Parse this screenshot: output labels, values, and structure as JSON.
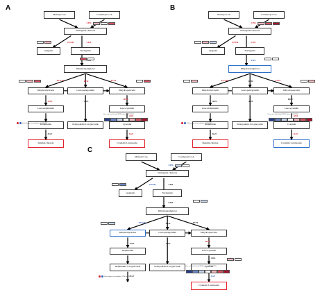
{
  "panels": [
    {
      "label": "A",
      "nodes": {
        "malonyl": "Malonyl CoA",
        "coumaroyl": "Coumaroyl CoA",
        "chalcone": "Naringenin chalcone",
        "apigenin": "Apigenin",
        "naringenin": "Naringenin",
        "dihydrokaempferol": "Dihydrokaempferol",
        "dihydromyricetin": "Dihydromyricetin",
        "leucopelargonidin": "Leucopelargonidin",
        "dihydroquercetin": "Dihydroquercetin",
        "leucodelphinidin": "Leucodelphinidin",
        "pelargonidin3g": "Pelargonidin 3-O-glucoside",
        "leucocyanidin": "Leucocyanidin",
        "delphinidin": "Delphinidin",
        "cyanidin": "Cyanidin",
        "delphinchloride": "Delphin chloride",
        "cyanidin3r": "Cyanidin 3-rutinoside"
      },
      "enzymes": {
        "chs": "CHS",
        "fns": "FNSII",
        "chi": "CHI",
        "f3h": "F3H",
        "f35h": "F3'5'H",
        "f3ph": "F3'H",
        "dfr1": "DFR",
        "dfr2": "DFR",
        "ans1": "ANS",
        "ans2": "ANS",
        "ans3": "ANS",
        "gt1": "3GT",
        "gt2": "3GT"
      },
      "fold_label": "Fold change of metabolites, JAP/WFH",
      "scale_label": "Color code indicating FPKM values (JAP/WFH)"
    },
    {
      "label": "B",
      "nodes": {
        "malonyl": "Malonyl CoA",
        "coumaroyl": "Coumaroyl CoA",
        "chalcone": "Naringenin chalcone",
        "apigenin": "Apigenin",
        "naringenin": "Naringenin",
        "dihydrokaempferol": "Dihydrokaempferol",
        "dihydromyricetin": "Dihydromyricetin",
        "leucopelargonidin": "Leucopelargonidin",
        "dihydroquercetin": "Dihydroquercetin",
        "leucodelphinidin": "Leucodelphinidin",
        "pelargonidin3g": "Pelargonidin 3-O-glucoside",
        "leucocyanidin": "Leucocyanidin",
        "delphinidin": "Delphinidin",
        "cyanidin": "Cyanidin",
        "delphinchloride": "Delphin chloride",
        "cyanidin3r": "Cyanidin 3-rutinoside"
      },
      "enzymes": {
        "chs": "CHS",
        "fns": "FNSII",
        "chi": "CHI",
        "f3h": "F3H",
        "f35h": "F3'5'H",
        "f3ph": "F3'H",
        "dfr1": "DFR",
        "dfr2": "DFR",
        "ans1": "ANS",
        "ans2": "ANS",
        "ans3": "ANS",
        "gt1": "3GT",
        "gt2": "3GT"
      },
      "fold_label": "Fold change of metabolites, JAP/WFH",
      "scale_label": "Color code indicating FPKM values (JAP/WFH)"
    },
    {
      "label": "C",
      "nodes": {
        "malonyl": "Malonyl CoA",
        "coumaroyl": "Coumaroyl CoA",
        "chalcone": "Naringenin chalcone",
        "apigenin": "Apigenin",
        "naringenin": "Naringenin",
        "dihydrokaempferol": "Dihydrokaempferol",
        "dihydromyricetin": "Dihydromyricetin",
        "leucopelargonidin": "Leucopelargonidin",
        "dihydroquercetin": "Dihydroquercetin",
        "leucodelphinidin": "Delphinidin",
        "pelargonidin3g": "Pelargonidin 3-O-glucoside",
        "leucocyanidin": "Leucocyanidin",
        "delphinidin": "Delphinidin 3-O-glucoside",
        "cyanidin": "Cyanidin",
        "delphinchloride": "",
        "cyanidin3r": "Cyanidin 3-rutinoside"
      },
      "enzymes": {
        "chs": "CHS",
        "fns": "FNSII",
        "chi": "CHI",
        "f3h": "F3H",
        "f35h": "F3'5'H",
        "f3ph": "F3'H",
        "dfr1": "DFR",
        "dfr2": "DFR",
        "ans1": "ANS",
        "ans2": "ANS",
        "ans3": "ANS",
        "gt1": "3GT",
        "gt2": "3GT"
      },
      "fold_label": "Fold change of metabolites, JXW/WFH",
      "scale_label": "Color code indicating FPKM values (JXW/WFH)"
    }
  ],
  "colors": {
    "up": "#d2202a",
    "down": "#2b5fb8",
    "box": "#333333"
  }
}
